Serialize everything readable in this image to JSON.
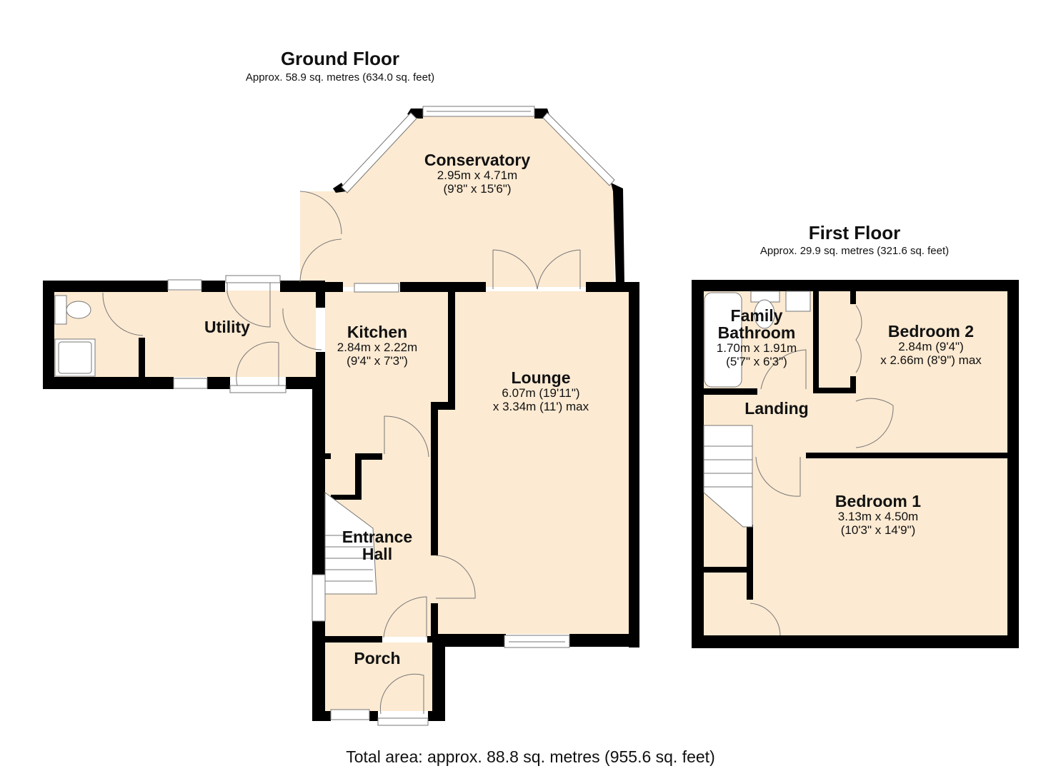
{
  "colors": {
    "room_fill": "#fcead2",
    "wall": "#000000",
    "fixture_stroke": "#7a7a7a",
    "background": "#ffffff"
  },
  "ground_floor": {
    "title": "Ground Floor",
    "area": "Approx. 58.9 sq. metres (634.0 sq. feet)",
    "rooms": {
      "conservatory": {
        "name": "Conservatory",
        "dim1": "2.95m x 4.71m",
        "dim2": "(9'8\" x 15'6\")"
      },
      "utility": {
        "name": "Utility"
      },
      "kitchen": {
        "name": "Kitchen",
        "dim1": "2.84m x 2.22m",
        "dim2": "(9'4\" x 7'3\")"
      },
      "lounge": {
        "name": "Lounge",
        "dim1": "6.07m (19'11\")",
        "dim2": "x 3.34m (11') max"
      },
      "entrance_hall": {
        "name_line1": "Entrance",
        "name_line2": "Hall"
      },
      "porch": {
        "name": "Porch"
      }
    }
  },
  "first_floor": {
    "title": "First Floor",
    "area": "Approx. 29.9 sq. metres (321.6 sq. feet)",
    "rooms": {
      "family_bathroom": {
        "name_line1": "Family",
        "name_line2": "Bathroom",
        "dim1": "1.70m x 1.91m",
        "dim2": "(5'7\" x 6'3\")"
      },
      "bedroom_2": {
        "name": "Bedroom 2",
        "dim1": "2.84m (9'4\")",
        "dim2": "x 2.66m (8'9\") max"
      },
      "landing": {
        "name": "Landing"
      },
      "bedroom_1": {
        "name": "Bedroom 1",
        "dim1": "3.13m x 4.50m",
        "dim2": "(10'3\" x 14'9\")"
      }
    }
  },
  "total_area": "Total area: approx. 88.8 sq. metres (955.6 sq. feet)"
}
